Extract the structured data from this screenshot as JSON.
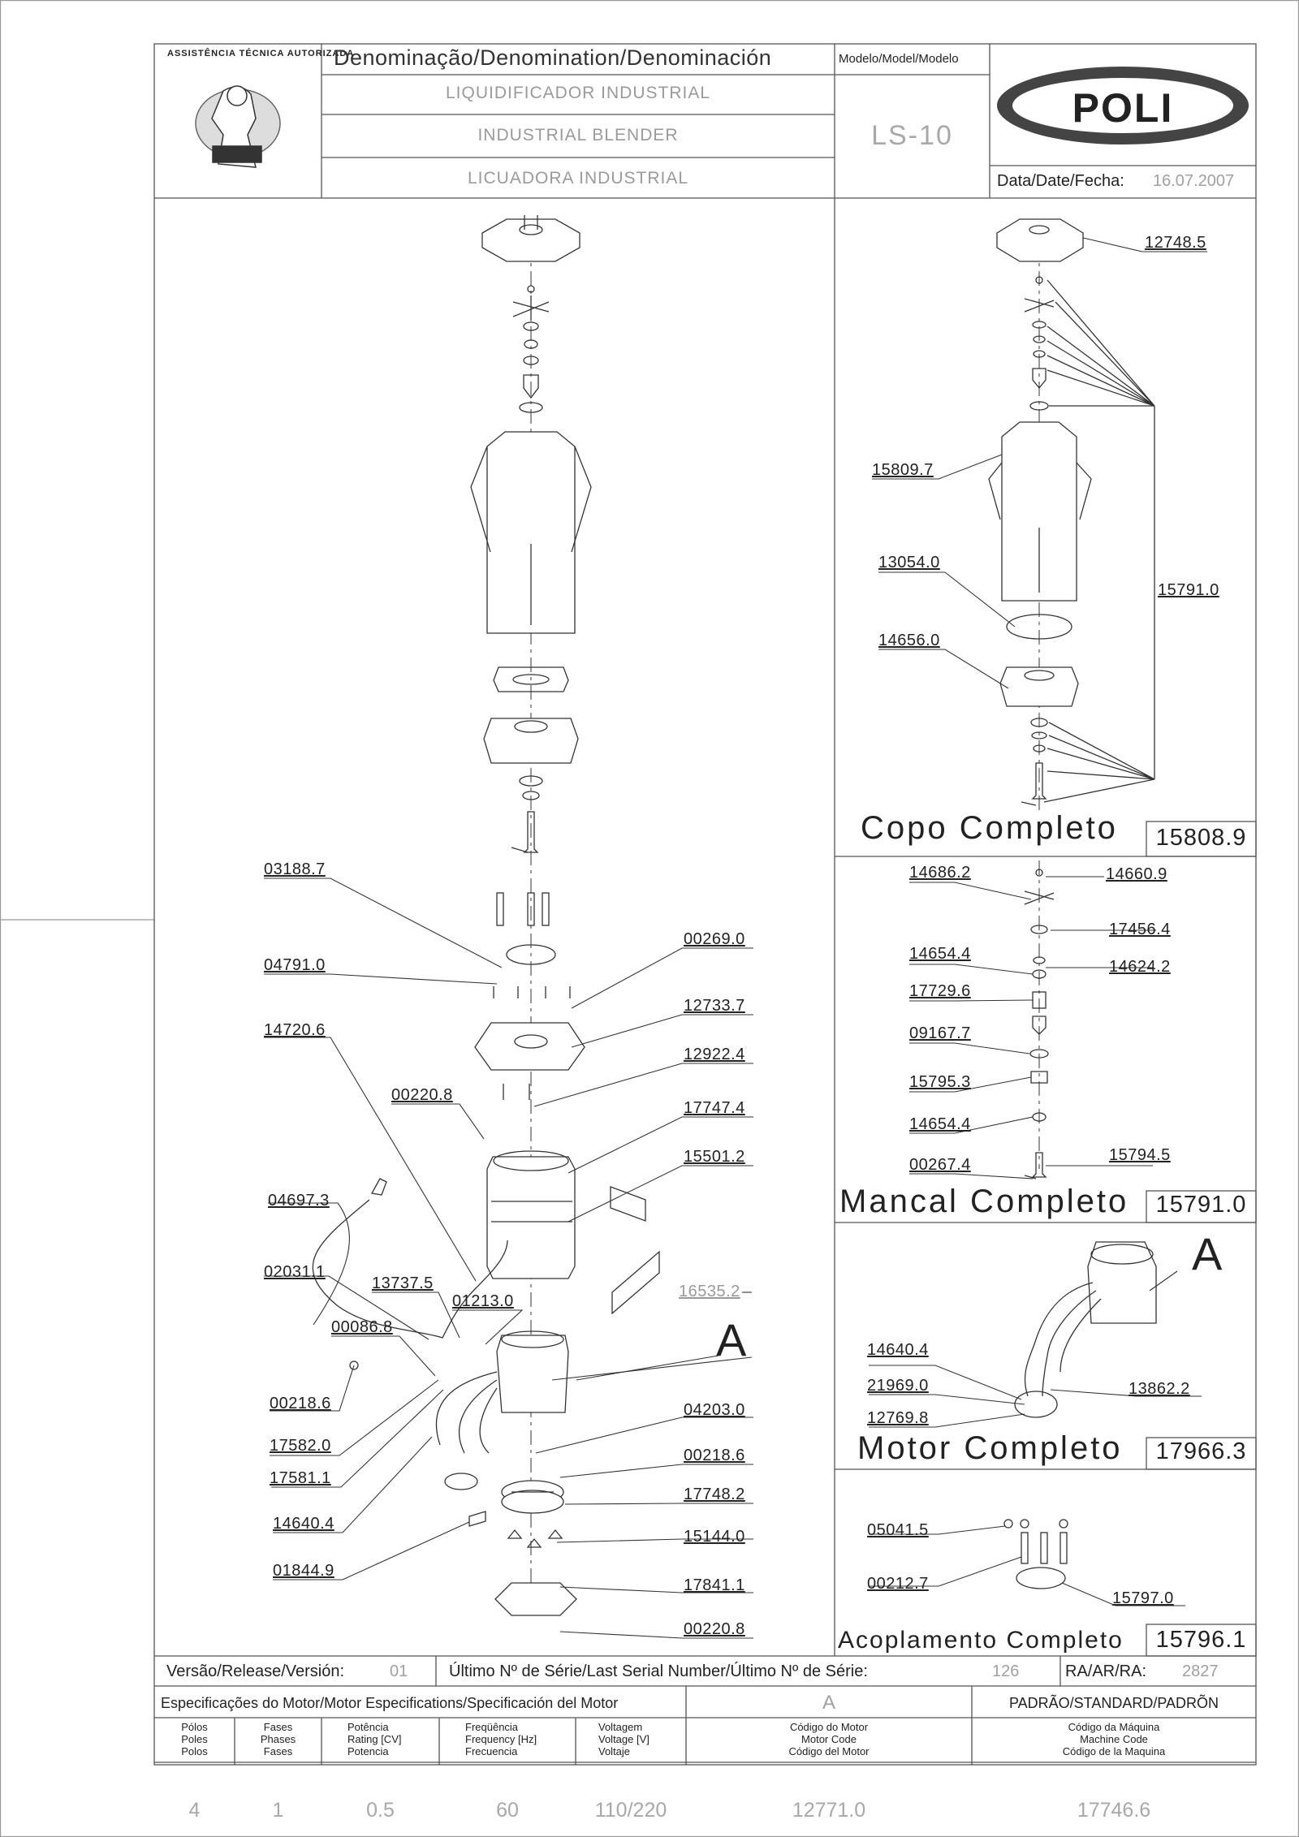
{
  "header": {
    "badge_text": "ASSISTÊNCIA TÉCNICA AUTORIZADA",
    "denomination_label": "Denominação/Denomination/Denominación",
    "name_pt": "LIQUIDIFICADOR INDUSTRIAL",
    "name_en": "INDUSTRIAL BLENDER",
    "name_es": "LICUADORA INDUSTRIAL",
    "model_label": "Modelo/Model/Modelo",
    "model": "LS-10",
    "brand": "POLI",
    "date_label": "Data/Date/Fecha:",
    "date": "16.07.2007"
  },
  "main_parts": {
    "p03188_7": "03188.7",
    "p04791_0": "04791.0",
    "p00269_0": "00269.0",
    "p12733_7": "12733.7",
    "p14720_6": "14720.6",
    "p12922_4": "12922.4",
    "p00220_8a": "00220.8",
    "p17747_4": "17747.4",
    "p15501_2": "15501.2",
    "p04697_3": "04697.3",
    "p02031_1": "02031.1",
    "p13737_5": "13737.5",
    "p01213_0": "01213.0",
    "p16535_2": "16535.2",
    "p00086_8": "00086.8",
    "p00218_6a": "00218.6",
    "p17582_0": "17582.0",
    "p17581_1": "17581.1",
    "p14640_4": "14640.4",
    "p01844_9": "01844.9",
    "p04203_0": "04203.0",
    "p00218_6b": "00218.6",
    "p17748_2": "17748.2",
    "p15144_0": "15144.0",
    "p17841_1": "17841.1",
    "p00220_8b": "00220.8",
    "callout_a": "A"
  },
  "copo": {
    "title": "Copo Completo",
    "code": "15808.9",
    "parts": {
      "p12748_5": "12748.5",
      "p15809_7": "15809.7",
      "p13054_0": "13054.0",
      "p14656_0": "14656.0",
      "p15791_0": "15791.0"
    }
  },
  "mancal": {
    "title": "Mancal Completo",
    "code": "15791.0",
    "parts": {
      "p14686_2": "14686.2",
      "p14660_9": "14660.9",
      "p17456_4": "17456.4",
      "p14654_4a": "14654.4",
      "p14624_2": "14624.2",
      "p17729_6": "17729.6",
      "p09167_7": "09167.7",
      "p15795_3": "15795.3",
      "p14654_4b": "14654.4",
      "p15794_5": "15794.5",
      "p00267_4": "00267.4"
    }
  },
  "motor": {
    "title": "Motor Completo",
    "code": "17966.3",
    "callout": "A",
    "parts": {
      "p14640_4": "14640.4",
      "p21969_0": "21969.0",
      "p12769_8": "12769.8",
      "p13862_2": "13862.2"
    }
  },
  "acoplamento": {
    "title": "Acoplamento Completo",
    "code": "15796.1",
    "parts": {
      "p05041_5": "05041.5",
      "p00212_7": "00212.7",
      "p15797_0": "15797.0"
    }
  },
  "footer": {
    "version_label": "Versão/Release/Versión:",
    "version": "01",
    "serial_label": "Último Nº de Série/Last Serial Number/Último Nº de Série:",
    "serial": "126",
    "ra_label": "RA/AR/RA:",
    "ra": "2827",
    "motor_spec_label": "Especificações do Motor/Motor Especifications/Specificación del Motor",
    "motor_letter": "A",
    "standard_label": "PADRÃO/STANDARD/PADRÕN",
    "col_poles": "Pólos\nPoles\nPolos",
    "col_phases": "Fases\nPhases\nFases",
    "col_power": "Potência\nRating [CV]\nPotencia",
    "col_freq": "Freqüência\nFrequency [Hz]\nFrecuencia",
    "col_voltage": "Voltagem\nVoltage [V]\nVoltaje",
    "col_motor_code": "Código do Motor\nMotor Code\nCódigo del Motor",
    "col_machine_code": "Código da Máquina\nMachine Code\nCódigo de la Maquina",
    "poles": "4",
    "phases": "1",
    "power": "0.5",
    "frequency": "60",
    "voltage": "110/220",
    "motor_code": "12771.0",
    "machine_code": "17746.6"
  }
}
